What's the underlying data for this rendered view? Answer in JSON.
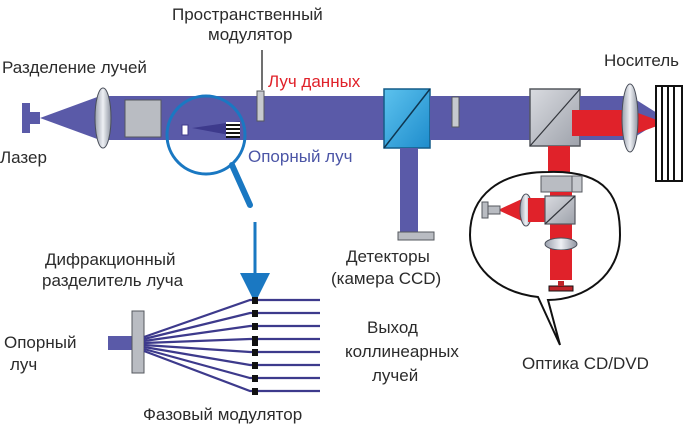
{
  "labels": {
    "beam_splitting": "Разделение лучей",
    "laser": "Лазер",
    "slm_line1": "Пространственный",
    "slm_line2": "модулятор",
    "data_beam": "Луч данных",
    "reference_beam": "Опорный луч",
    "medium": "Носитель",
    "detectors_line1": "Детекторы",
    "detectors_line2": "(камера CCD)",
    "diffractive_line1": "Дифракционный",
    "diffractive_line2": "разделитель луча",
    "ref_in_line1": "Опорный",
    "ref_in_line2": "луч",
    "output_line1": "Выход",
    "output_line2": "коллинеарных",
    "output_line3": "лучей",
    "phase_modulator": "Фазовый модулятор",
    "cd_dvd_optics": "Оптика CD/DVD"
  },
  "colors": {
    "beam": "#5a5aa8",
    "beam_dark": "#3d3a8c",
    "red_beam": "#e0222a",
    "component": "#b9bcc2",
    "accent_blue": "#1a78c2",
    "cube": "#33a9dd"
  }
}
